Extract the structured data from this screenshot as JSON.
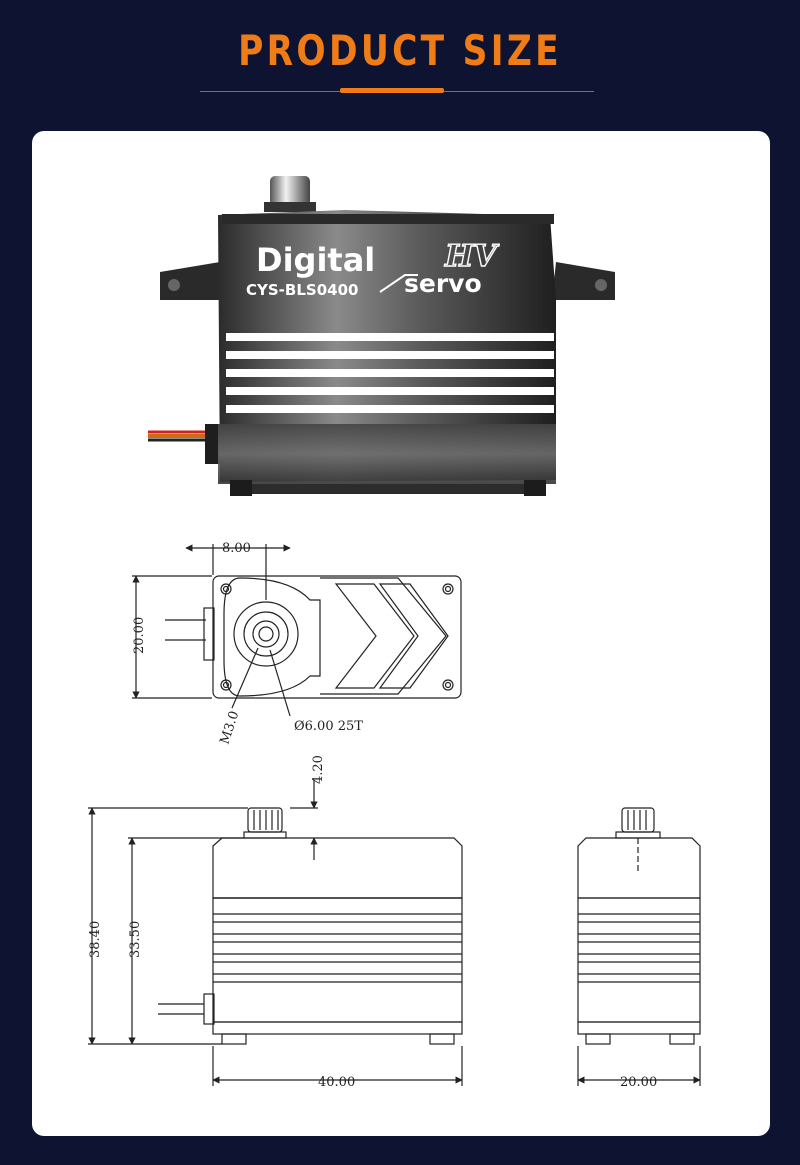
{
  "header": {
    "title": "PRODUCT SIZE"
  },
  "product": {
    "label_digital": "Digital",
    "label_hv": "HV",
    "label_servo": "servo",
    "model": "CYS-BLS0400"
  },
  "top_view": {
    "dim_width": "8.00",
    "dim_height": "20.00",
    "screw_label": "M3.0",
    "spline_label": "Ø6.00 25T"
  },
  "side_view": {
    "dim_spline_height": "4.20",
    "dim_total_height": "38.40",
    "dim_body_height": "33.50",
    "dim_length": "40.00"
  },
  "end_view": {
    "dim_width": "20.00"
  }
}
